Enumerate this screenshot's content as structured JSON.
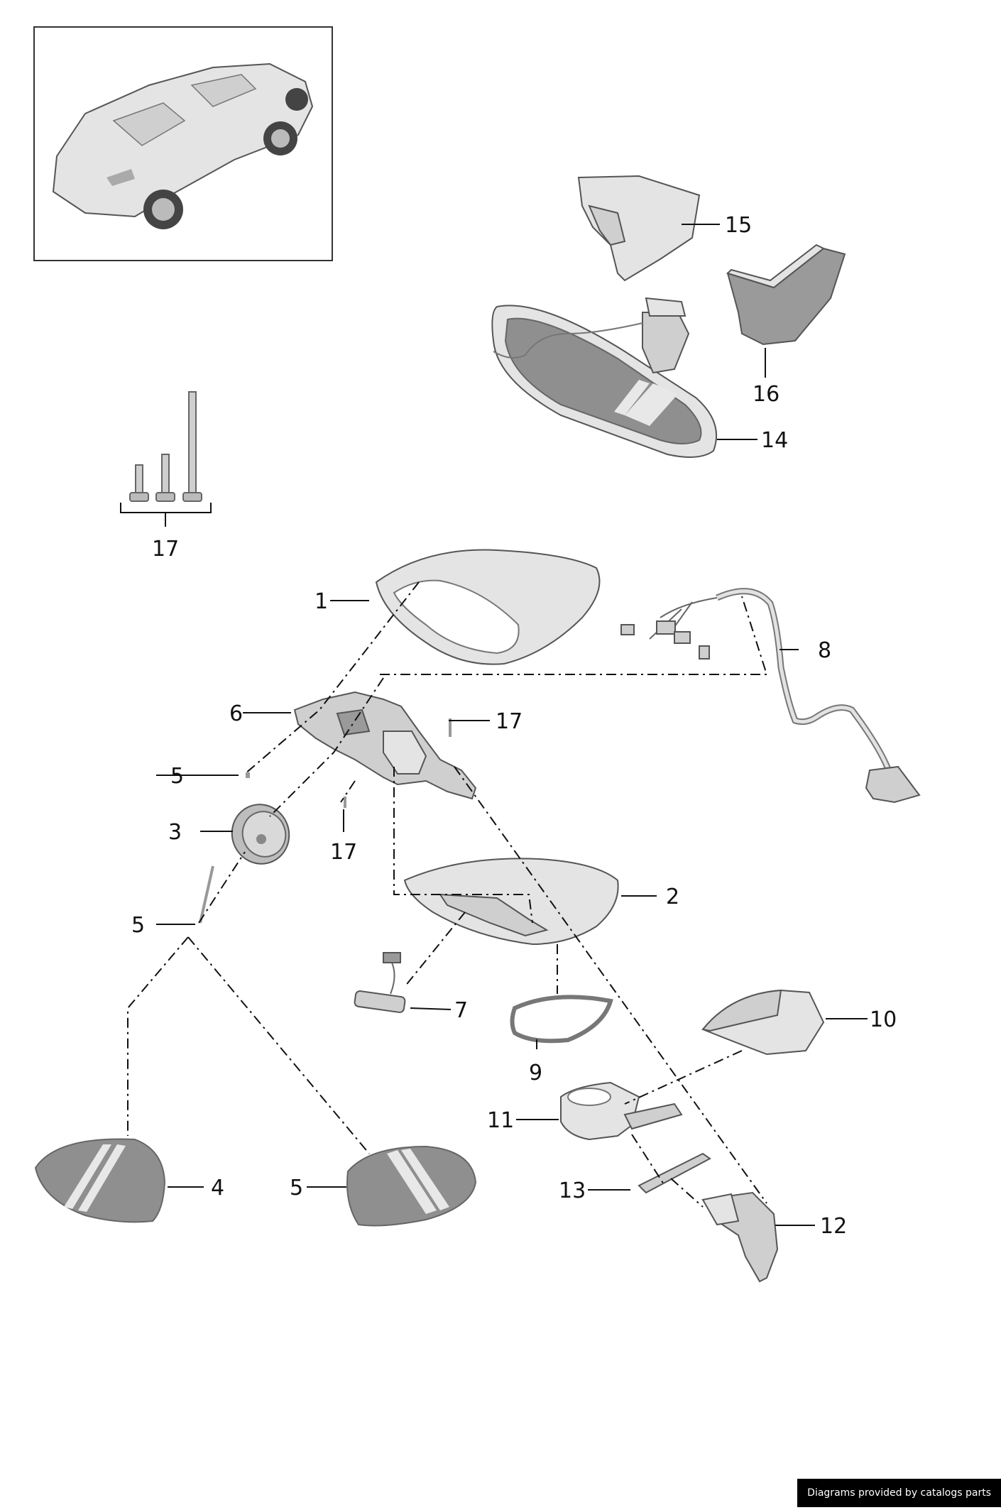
{
  "callouts": {
    "c1": "1",
    "c2": "2",
    "c3": "3",
    "c4": "4",
    "c5a": "5",
    "c5b": "5",
    "c5c": "5",
    "c6": "6",
    "c7": "7",
    "c8": "8",
    "c9": "9",
    "c10": "10",
    "c11": "11",
    "c12": "12",
    "c13": "13",
    "c14": "14",
    "c15": "15",
    "c16": "16",
    "c17a": "17",
    "c17b": "17",
    "c17c": "17"
  },
  "footer": {
    "credit": "Diagrams provided by catalogs parts"
  },
  "colors": {
    "part_fill": "#d9d9d9",
    "glass_fill": "#8f8f8f",
    "line": "#111111"
  }
}
